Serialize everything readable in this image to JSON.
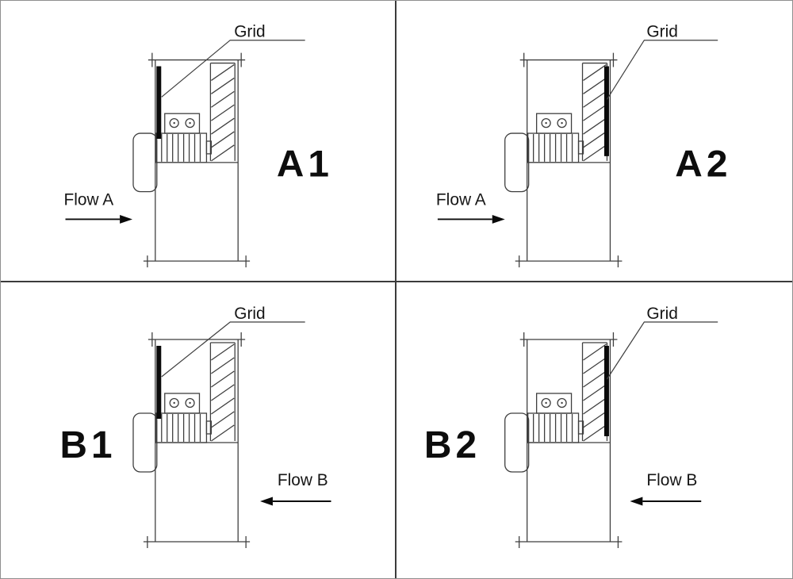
{
  "colors": {
    "line": "#3f3f3f",
    "solid": "#0a0a0a",
    "background": "#ffffff"
  },
  "panels": {
    "a1": {
      "label": "A1",
      "grid_label": "Grid",
      "flow_label": "Flow A",
      "flow_direction": "right",
      "grid_side": "left"
    },
    "a2": {
      "label": "A2",
      "grid_label": "Grid",
      "flow_label": "Flow A",
      "flow_direction": "right",
      "grid_side": "right"
    },
    "b1": {
      "label": "B1",
      "grid_label": "Grid",
      "flow_label": "Flow B",
      "flow_direction": "left",
      "grid_side": "left"
    },
    "b2": {
      "label": "B2",
      "grid_label": "Grid",
      "flow_label": "Flow B",
      "flow_direction": "left",
      "grid_side": "right"
    }
  }
}
